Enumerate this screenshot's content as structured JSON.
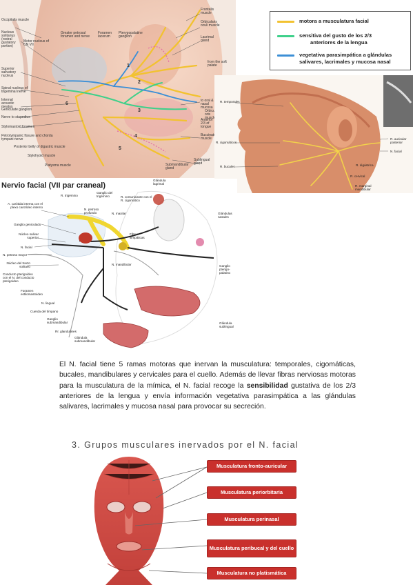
{
  "fig1": {
    "left_labels": [
      "Occipitalis muscle",
      "Nucleus solitarius (rostral gustatory portion)",
      "Motor nucleus of CN VII",
      "Superior salivatory nucleus",
      "Spinal nucleus of trigeminal nerve",
      "Internal acoustic meatus",
      "Geniculate ganglion",
      "Nerve to stapedius",
      "Stylomastoid foramen",
      "Petrotympanic fissure and chorda tympani nerve",
      "Posterior belly of digastric muscle",
      "Stylohyoid muscle",
      "Platysma muscle"
    ],
    "top_labels": [
      "Greater petrosal foramen and nerve",
      "Foramen lacerum",
      "Pterygopalatine ganglion"
    ],
    "right_labels": [
      "Frontalis muscle",
      "Orbicularis oculi muscle",
      "Lacrimal gland",
      "from the soft palate",
      "to oral & nasal mucosa",
      "Orbicularis oris muscle",
      "Anterior 2/3 of tongue",
      "Buccinator muscle",
      "Sublingual gland",
      "Submandibular gland"
    ],
    "numbers": [
      "1",
      "2",
      "3",
      "4",
      "5",
      "6"
    ]
  },
  "legend": {
    "items": [
      {
        "text": "motora a musculatura facial",
        "color": "#f2c230"
      },
      {
        "text": "sensitiva del gusto de los 2/3",
        "text2": "anteriores de la lengua",
        "color": "#3ed08a"
      },
      {
        "text": "vegetativa parasimpática a glándulas",
        "text2": "salivares, lacrimales y mucosa nasal",
        "color": "#3c8fd6"
      }
    ]
  },
  "fig2": {
    "labels": [
      "R. temporales",
      "R. cigomáticos",
      "R. bucales",
      "R. auricular posterior",
      "N. facial",
      "R. digástrica",
      "R. cervical",
      "R. marginal mandibular"
    ]
  },
  "fig3": {
    "title": "Nervio facial (VII par craneal)",
    "left_labels": [
      "A. carótida interna con el plexo carotídeo interno",
      "Ganglio geniculado",
      "Núcleo salivar superior",
      "N. facial",
      "N. petroso mayor",
      "Núcleo del tracto solitario",
      "Conducto pterigoideo con el N. del conducto pterigoideo",
      "Foramen estilomastoideo",
      "N. lingual",
      "Cuerda del tímpano",
      "Ganglio submandibular",
      "Rr. glandulares"
    ],
    "top_labels": [
      "R. trigémino",
      "Ganglio del trigémino",
      "R. comunicante con el R. cigomático",
      "Glándula lagrimal",
      "N. petroso profundo",
      "N. maxilar",
      "Fibras simpáticas",
      "N. mandibular"
    ],
    "right_labels": [
      "Glándulas nasales",
      "Ganglio pterigo-palatino",
      "Glándula sublingual",
      "Glándula submandibular"
    ]
  },
  "paragraph": {
    "p1": "El N. facial tiene 5 ramas motoras que inervan la musculatura: temporales, cigomáticas, bucales, mandibulares y cervicales para el cuello. Además de llevar fibras nerviosas motoras para la musculatura de la mímica, el N. facial recoge la ",
    "bold": "sensibilidad",
    "p2": " gustativa de los 2/3 anteriores de la lengua y envía información vegetativa parasimpática a las glándulas salivares, lacrimales y mucosa nasal para provocar su secreción."
  },
  "section": {
    "title": "3. Grupos musculares inervados por el N. facial",
    "tags": [
      "Musculatura fronto-auricular",
      "Musculatura periorbitaria",
      "Musculatura perinasal",
      "Musculatura peribucal y del cuello",
      "Musculatura no platismática"
    ]
  },
  "colors": {
    "motor": "#f2c230",
    "sensory": "#3ed08a",
    "parasym": "#3c8fd6",
    "tag": "#c9302c"
  }
}
